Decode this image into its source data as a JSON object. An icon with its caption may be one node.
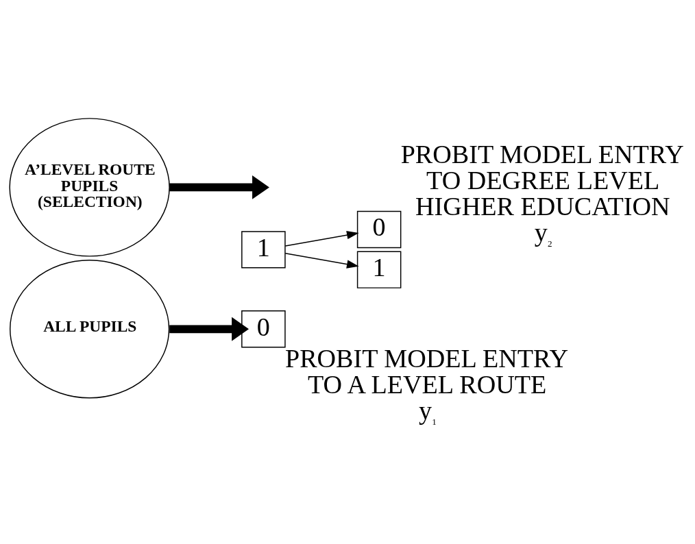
{
  "diagram": {
    "nodes": [
      {
        "text": [
          "ALL PUPILS"
        ]
      },
      {
        "text": [
          "0"
        ],
        "beside": [
          "PROBIT MODEL ENTRY TO A LEVEL ROUTE y$_{1}$"
        ]
      },
      {
        "text": [
          "1"
        ]
      },
      {
        "text": [
          "0"
        ],
        "beside": [
          "PROBIT MODEL ENTRY TO DEGREE LEVEL HIGHER EDUCATION y$_{2}$"
        ]
      },
      {
        "text": [
          "1"
        ]
      },
      {
        "text": [
          "A’LEVEL ROUTE PUPILS (SELECTION)"
        ]
      }
    ],
    "edges": [
      {
        "from": 0,
        "to": 1,
        "arrow": "to",
        "style": "thick"
      },
      {
        "from": 2,
        "to": 3,
        "arrow": "to"
      },
      {
        "from": 2,
        "to": 4,
        "arrow": "to"
      },
      {
        "from": 5,
        "to": null,
        "arrow": "to",
        "style": "thick"
      }
    ]
  }
}
